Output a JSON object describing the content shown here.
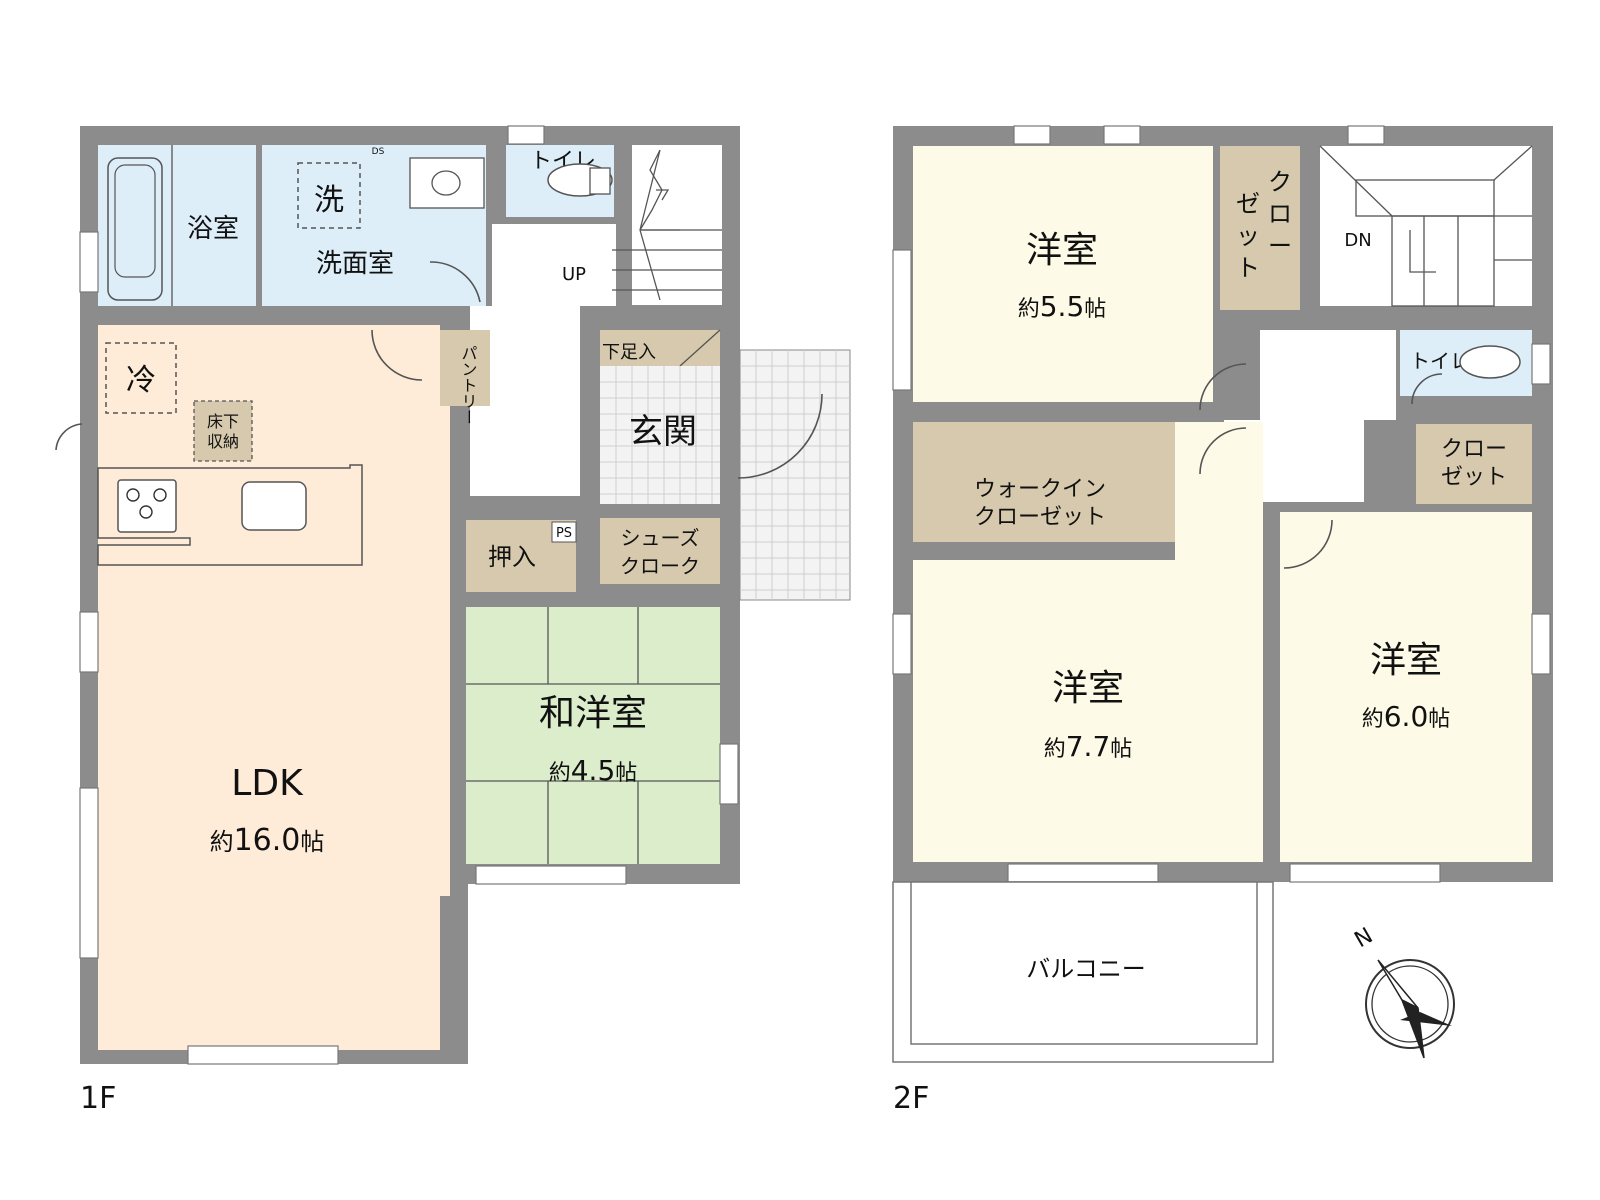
{
  "floors": {
    "first": {
      "label": "1F",
      "rooms": {
        "bath": "浴室",
        "washroom": "洗面室",
        "washer_mark": "洗",
        "toilet": "トイレ",
        "stairs_up": "UP",
        "pantry": "パントリー",
        "fridge_mark": "冷",
        "underfloor_storage": "床下収納",
        "ldk": {
          "name": "LDK",
          "size_prefix": "約",
          "size": "16.0",
          "size_unit": "帖"
        },
        "shoe_storage_low": "下足入",
        "entrance": "玄関",
        "closet_oshiire": "押入",
        "pipe_space": "PS",
        "shoes_cloak": "シューズクローク",
        "japanese_room": {
          "name": "和洋室",
          "size_prefix": "約",
          "size": "4.5",
          "size_unit": "帖"
        },
        "ds_mark": "DS"
      }
    },
    "second": {
      "label": "2F",
      "rooms": {
        "room_a": {
          "name": "洋室",
          "size_prefix": "約",
          "size": "5.5",
          "size_unit": "帖"
        },
        "closet_a": "クローゼット",
        "stairs_down": "DN",
        "toilet": "トイレ",
        "walk_in_closet": "ウォークインクローゼット",
        "closet_b": "クローゼット",
        "room_b": {
          "name": "洋室",
          "size_prefix": "約",
          "size": "7.7",
          "size_unit": "帖"
        },
        "room_c": {
          "name": "洋室",
          "size_prefix": "約",
          "size": "6.0",
          "size_unit": "帖"
        },
        "balcony": "バルコニー"
      }
    }
  },
  "compass": {
    "north_label": "N"
  },
  "colors": {
    "wall": "#8c8c8c",
    "wet_area": "#ddeef9",
    "ldk": "#feecd8",
    "japanese_room": "#dcedcc",
    "storage": "#d6c9ad",
    "western_room": "#fdfbe7",
    "tile": "#f3f3f3"
  }
}
